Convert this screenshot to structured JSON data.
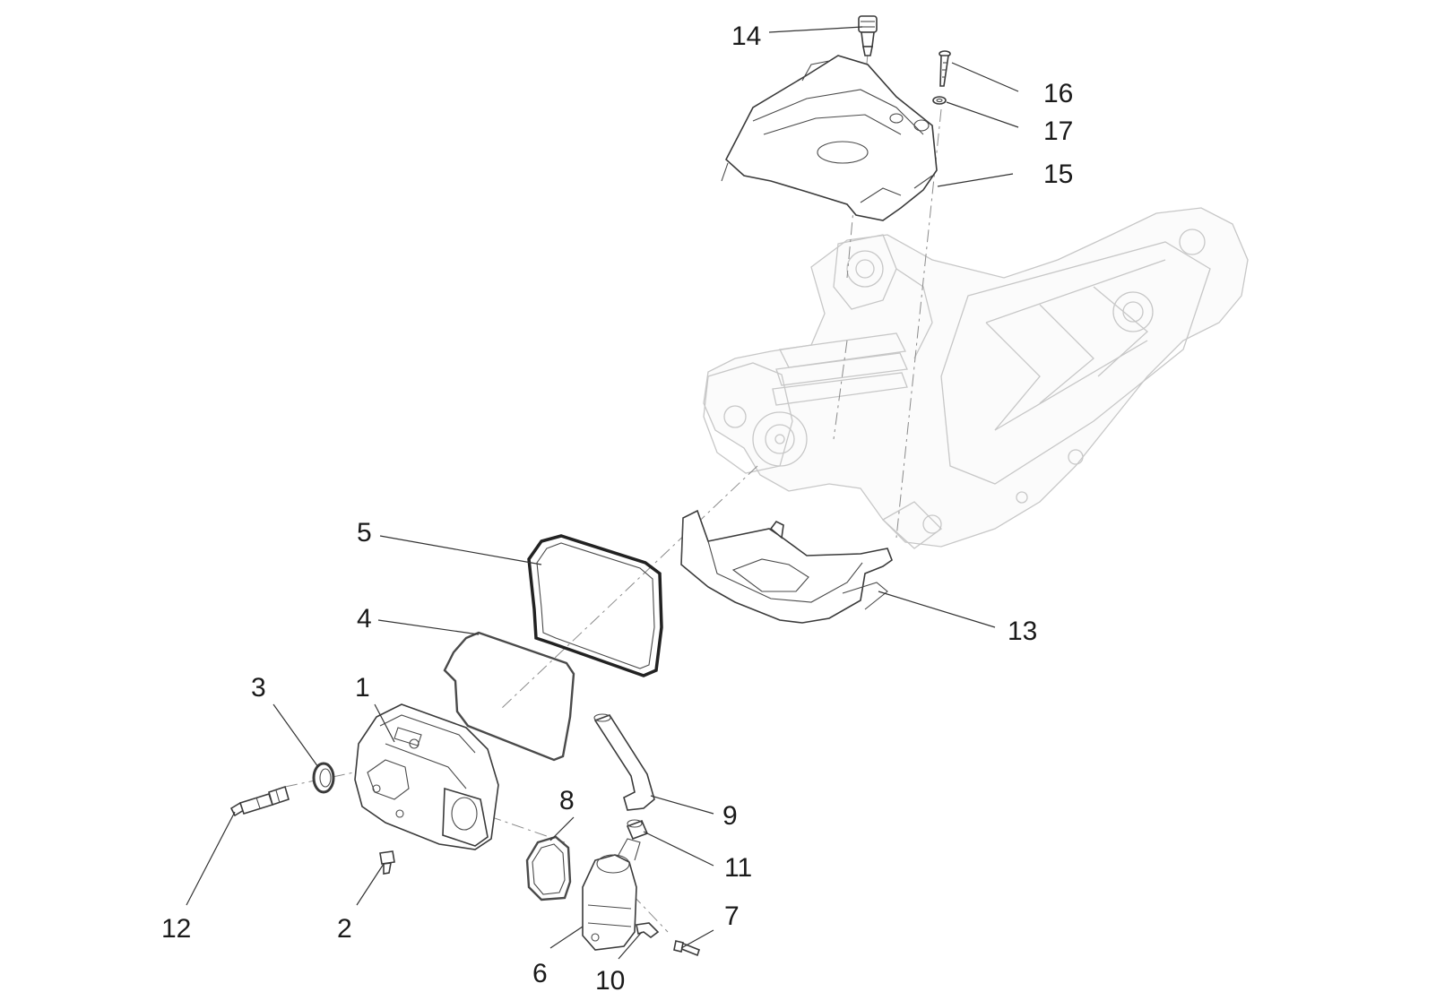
{
  "callouts": [
    {
      "label": "1"
    },
    {
      "label": "2"
    },
    {
      "label": "3"
    },
    {
      "label": "4"
    },
    {
      "label": "5"
    },
    {
      "label": "6"
    },
    {
      "label": "7"
    },
    {
      "label": "8"
    },
    {
      "label": "9"
    },
    {
      "label": "10"
    },
    {
      "label": "11"
    },
    {
      "label": "12"
    },
    {
      "label": "13"
    },
    {
      "label": "14"
    },
    {
      "label": "15"
    },
    {
      "label": "16"
    },
    {
      "label": "17"
    }
  ]
}
